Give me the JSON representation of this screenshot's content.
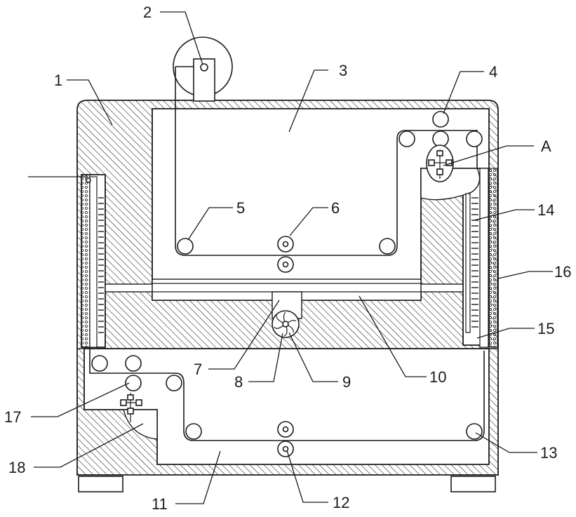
{
  "labels": {
    "l1": "1",
    "l2": "2",
    "l3": "3",
    "l4": "4",
    "lA": "A",
    "l5": "5",
    "l6": "6",
    "l14": "14",
    "l16": "16",
    "l15": "15",
    "l7": "7",
    "l8": "8",
    "l9": "9",
    "l10": "10",
    "l17": "17",
    "l18": "18",
    "l13": "13",
    "l11": "11",
    "l12": "12"
  }
}
